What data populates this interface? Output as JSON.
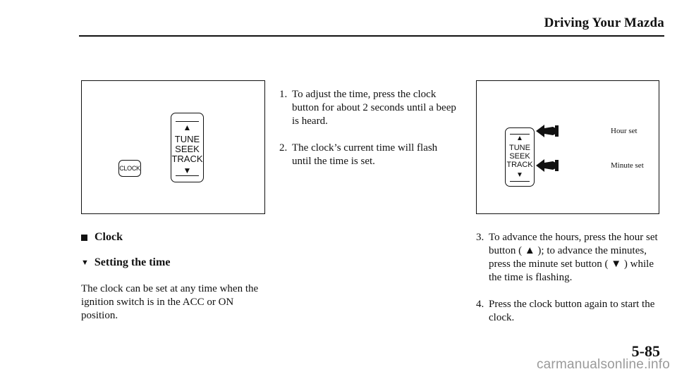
{
  "header": {
    "title": "Driving Your Mazda"
  },
  "figure_left": {
    "clock_button_label": "CLOCK",
    "rocker_labels": [
      "TUNE",
      "SEEK",
      "TRACK"
    ],
    "up_symbol": "▲",
    "down_symbol": "▼"
  },
  "figure_right": {
    "rocker_labels": [
      "TUNE",
      "SEEK",
      "TRACK"
    ],
    "up_symbol": "▲",
    "down_symbol": "▼",
    "hour_label": "Hour set",
    "minute_label": "Minute set"
  },
  "steps_top": [
    {
      "num": "1.",
      "text": "To adjust the time, press the clock button for about 2 seconds until a beep is heard."
    },
    {
      "num": "2.",
      "text": "The clock’s current time will flash until the time is set."
    }
  ],
  "section": {
    "heading": "Clock",
    "subheading": "Setting the time",
    "paragraph": "The clock can be set at any time when the ignition switch is in the ACC or ON position."
  },
  "steps_bottom": [
    {
      "num": "3.",
      "text": "To advance the hours, press the hour set button ( ▲ ); to advance the minutes, press the minute set button ( ▼ ) while the time is flashing."
    },
    {
      "num": "4.",
      "text": "Press the clock button again to start the clock."
    }
  ],
  "page_number": "5-85",
  "watermark": "carmanualsonline.info"
}
